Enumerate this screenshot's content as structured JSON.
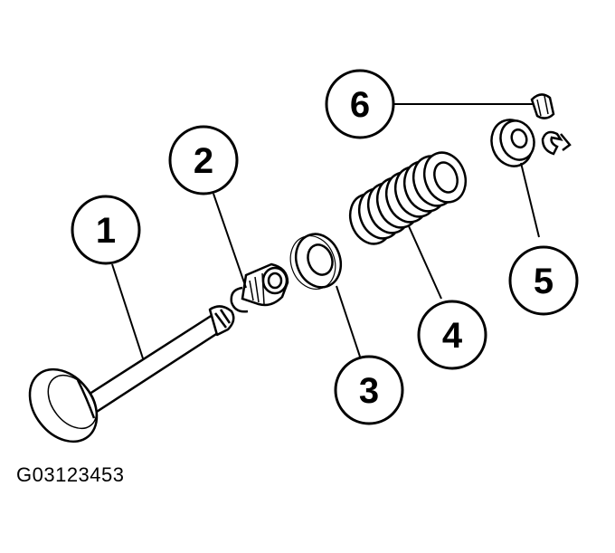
{
  "figure_id": "G03123453",
  "callouts": [
    {
      "number": "1",
      "part": "valve"
    },
    {
      "number": "2",
      "part": "valve-stem-seal"
    },
    {
      "number": "3",
      "part": "spring-seat-washer"
    },
    {
      "number": "4",
      "part": "valve-spring"
    },
    {
      "number": "5",
      "part": "spring-retainer"
    },
    {
      "number": "6",
      "part": "valve-keepers"
    }
  ],
  "colors": {
    "line": "#000000",
    "background": "#ffffff"
  }
}
